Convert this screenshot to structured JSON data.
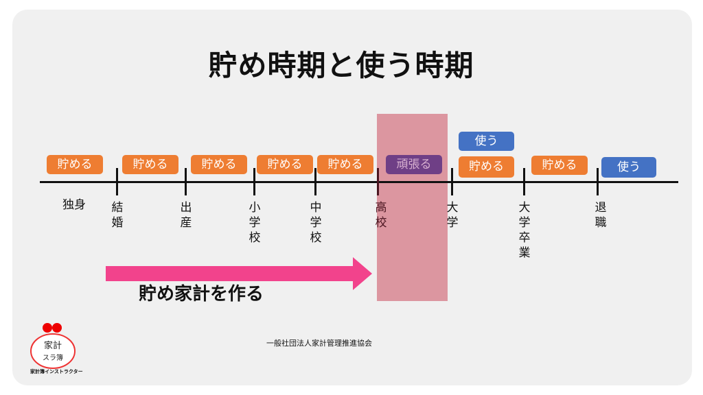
{
  "title": "貯め時期と使う時期",
  "timeline": {
    "start_label": "独身",
    "events": [
      "結婚",
      "出産",
      "小学校",
      "中学校",
      "高校",
      "大学",
      "大学卒業",
      "退職"
    ]
  },
  "tags": {
    "save": "貯める",
    "effort": "頑張る",
    "use": "使う"
  },
  "arrow_text": "貯め家計を作る",
  "organization": "一般社団法人家計管理推進協会",
  "logo": {
    "text": "家計簿インストラクター",
    "caption": "家計簿インストラクター"
  },
  "colors": {
    "save": "#ee7d32",
    "use": "#4472c4",
    "effort": "#6f3f86",
    "arrow": "#f2438c",
    "highlight": "#dc8c9a"
  }
}
